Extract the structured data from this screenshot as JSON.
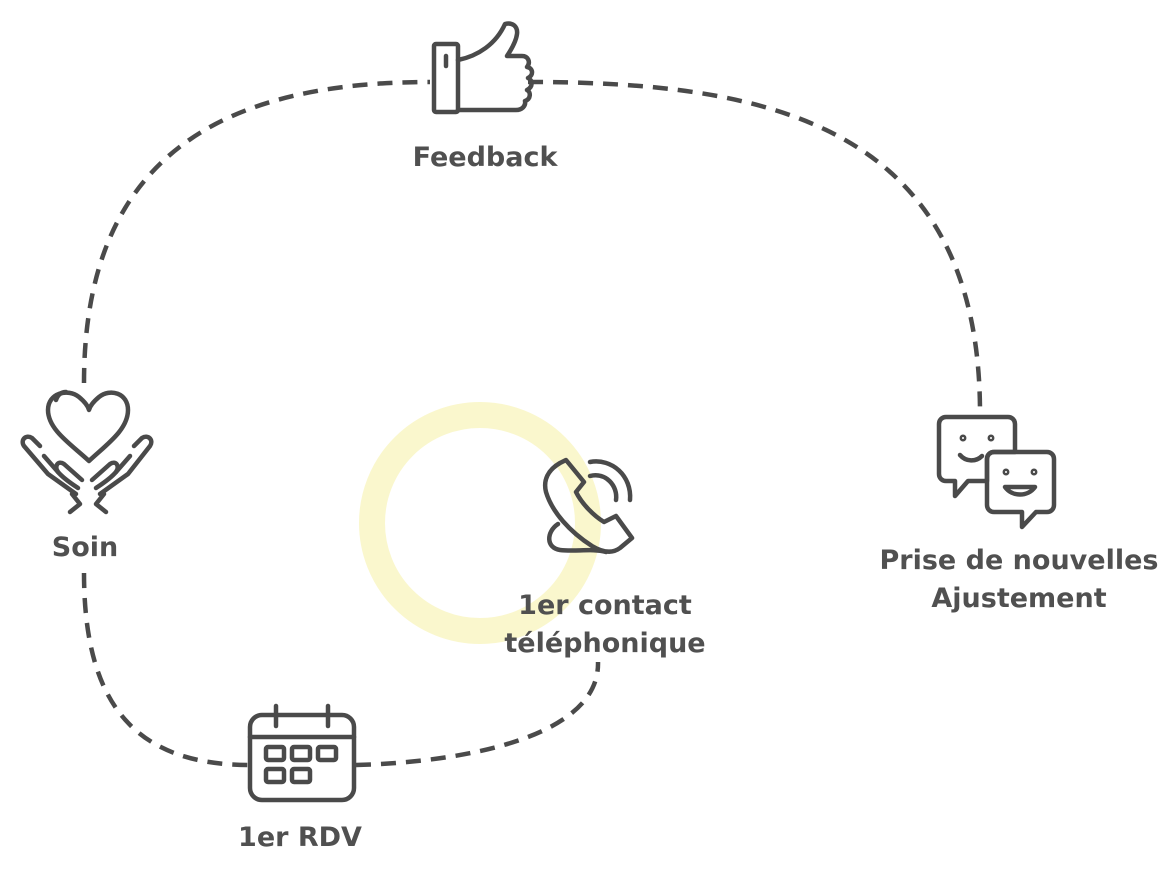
{
  "colors": {
    "stroke": "#4a4a4a",
    "text": "#505050",
    "highlight": "#f9f6c8"
  },
  "steps": [
    {
      "id": "feedback",
      "icon": "thumbs-up-icon",
      "lines": [
        "Feedback"
      ]
    },
    {
      "id": "soin",
      "icon": "heart-hands-icon",
      "lines": [
        "Soin"
      ]
    },
    {
      "id": "contact",
      "icon": "phone-icon",
      "lines": [
        "1er contact",
        "téléphonique"
      ]
    },
    {
      "id": "rdv",
      "icon": "calendar-icon",
      "lines": [
        "1er RDV"
      ]
    },
    {
      "id": "news",
      "icon": "chat-bubbles-icon",
      "lines": [
        "Prise de nouvelles",
        "Ajustement"
      ]
    }
  ]
}
